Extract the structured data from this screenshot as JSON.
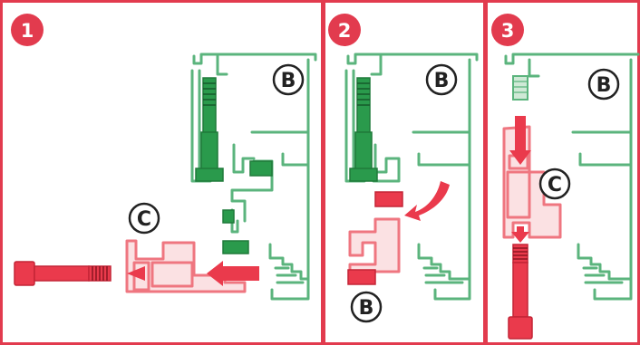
{
  "colors": {
    "frame": "#e23b4e",
    "green_outline": "#5bb47d",
    "green_fill": "#cfe9d6",
    "green_bolt": "#2a9a4c",
    "pink_outline": "#ef7680",
    "red_part": "#ea3a4c"
  },
  "steps": [
    {
      "number": "1",
      "part_labels": [
        "B",
        "C"
      ]
    },
    {
      "number": "2",
      "part_labels": [
        "B",
        "B"
      ]
    },
    {
      "number": "3",
      "part_labels": [
        "B",
        "C"
      ]
    }
  ]
}
